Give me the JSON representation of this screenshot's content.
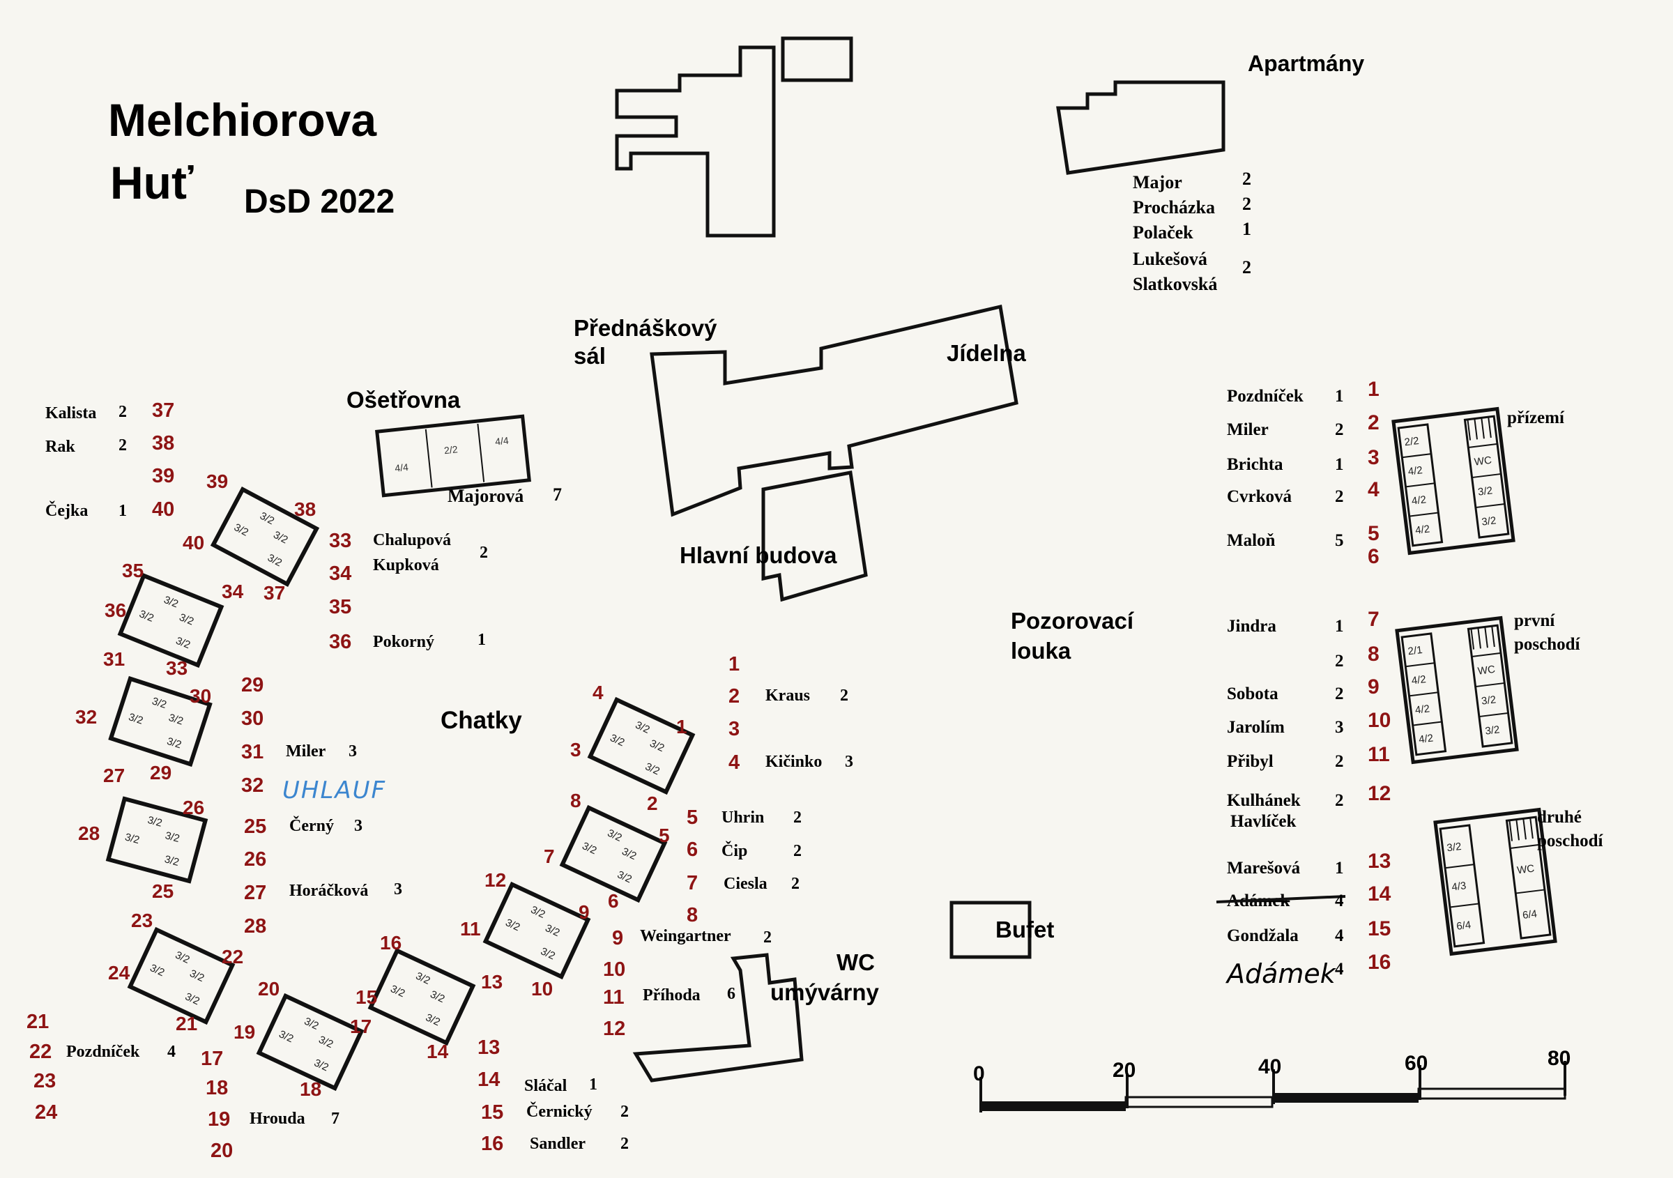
{
  "header": {
    "title_line1": "Melchiorova",
    "title_line2": "Huť",
    "event": "DsD 2022"
  },
  "buildings": {
    "apartmany": "Apartmány",
    "prednaskovy_line1": "Přednáškový",
    "prednaskovy_line2": "sál",
    "jidelna": "Jídelna",
    "osetrovna": "Ošetřovna",
    "hlavni_budova": "Hlavní budova",
    "pozorovaci_line1": "Pozorovací",
    "pozorovaci_line2": "louka",
    "chatky": "Chatky",
    "wc": "WC",
    "umyvarny": "umývárny",
    "bufet": "Bufet"
  },
  "osetrovna_rooms": [
    "4/4",
    "2/2",
    "4/4"
  ],
  "osetrovna_assignment": {
    "name": "Majorová",
    "count": "7"
  },
  "apartments": [
    {
      "name": "Major",
      "count": "2"
    },
    {
      "name": "Procházka",
      "count": "2"
    },
    {
      "name": "Polaček",
      "count": "1"
    },
    {
      "name": "Lukešová",
      "count": "2"
    },
    {
      "name": "Slatkovská",
      "count": ""
    }
  ],
  "main_building": {
    "floors": [
      {
        "label_line1": "přízemí",
        "label_line2": "",
        "rooms_left": [
          "2/2",
          "4/2",
          "4/2",
          "4/2"
        ],
        "rooms_right": [
          "WC",
          "3/2",
          "3/2"
        ]
      },
      {
        "label_line1": "první",
        "label_line2": "poschodí",
        "rooms_left": [
          "2/1",
          "4/2",
          "4/2",
          "4/2"
        ],
        "rooms_right": [
          "WC",
          "3/2",
          "3/2"
        ]
      },
      {
        "label_line1": "druhé",
        "label_line2": "poschodí",
        "rooms_left": [
          "3/2",
          "4/3",
          "6/4"
        ],
        "rooms_right": [
          "WC",
          "6/4"
        ]
      }
    ],
    "rooms": [
      {
        "n": "1",
        "name": "Pozdníček",
        "count": "1"
      },
      {
        "n": "2",
        "name": "Miler",
        "count": "2"
      },
      {
        "n": "3",
        "name": "Brichta",
        "count": "1"
      },
      {
        "n": "4",
        "name": "Cvrková",
        "count": "2"
      },
      {
        "n": "5",
        "name": "Maloň",
        "count": "5"
      },
      {
        "n": "6",
        "name": "",
        "count": ""
      },
      {
        "n": "7",
        "name": "Jindra",
        "count": "1"
      },
      {
        "n": "8",
        "name": "",
        "count": "2"
      },
      {
        "n": "9",
        "name": "Sobota",
        "count": "2"
      },
      {
        "n": "10",
        "name": "Jarolím",
        "count": "3"
      },
      {
        "n": "11",
        "name": "Přibyl",
        "count": "2"
      },
      {
        "n": "12",
        "name": "Kulhánek",
        "name2": "Havlíček",
        "count": "2"
      },
      {
        "n": "13",
        "name": "Marešová",
        "count": "1"
      },
      {
        "n": "14",
        "name": "Adámek",
        "count": "4"
      },
      {
        "n": "15",
        "name": "Gondžala",
        "count": "4"
      },
      {
        "n": "16",
        "name": "Adámek",
        "count": "4"
      }
    ]
  },
  "cabin_room_label": "3/2",
  "cabin_numbers": [
    "1",
    "2",
    "3",
    "4",
    "5",
    "6",
    "7",
    "8",
    "9",
    "10",
    "11",
    "12",
    "13",
    "14",
    "15",
    "16",
    "17",
    "18",
    "19",
    "20",
    "21",
    "22",
    "23",
    "24",
    "25",
    "26",
    "27",
    "28",
    "29",
    "30",
    "31",
    "32",
    "33",
    "34",
    "35",
    "36",
    "37",
    "38",
    "39",
    "40"
  ],
  "cabin_assignments": [
    {
      "n": "37",
      "name": "Kalista",
      "count": "2"
    },
    {
      "n": "38",
      "name": "Rak",
      "count": "2"
    },
    {
      "n": "39",
      "name": "",
      "count": ""
    },
    {
      "n": "40",
      "name": "Čejka",
      "count": "1"
    },
    {
      "n": "33",
      "name": "Chalupová",
      "count": "2"
    },
    {
      "n": "34",
      "name": "Kupková",
      "count": ""
    },
    {
      "n": "35",
      "name": "",
      "count": ""
    },
    {
      "n": "36",
      "name": "Pokorný",
      "count": "1"
    },
    {
      "n": "29",
      "name": "",
      "count": ""
    },
    {
      "n": "30",
      "name": "",
      "count": ""
    },
    {
      "n": "31",
      "name": "Miler",
      "count": "3"
    },
    {
      "n": "32",
      "name": "UHLAUF",
      "count": ""
    },
    {
      "n": "25",
      "name": "Černý",
      "count": "3"
    },
    {
      "n": "26",
      "name": "",
      "count": ""
    },
    {
      "n": "27",
      "name": "Horáčková",
      "count": "3"
    },
    {
      "n": "28",
      "name": "",
      "count": ""
    },
    {
      "n": "1",
      "name": "",
      "count": ""
    },
    {
      "n": "2",
      "name": "Kraus",
      "count": "2"
    },
    {
      "n": "3",
      "name": "",
      "count": ""
    },
    {
      "n": "4",
      "name": "Kičinko",
      "count": "3"
    },
    {
      "n": "5",
      "name": "Uhrin",
      "count": "2"
    },
    {
      "n": "6",
      "name": "Čip",
      "count": "2"
    },
    {
      "n": "7",
      "name": "Ciesla",
      "count": "2"
    },
    {
      "n": "8",
      "name": "",
      "count": ""
    },
    {
      "n": "9",
      "name": "Weingartner",
      "count": "2"
    },
    {
      "n": "10",
      "name": "",
      "count": ""
    },
    {
      "n": "11",
      "name": "Příhoda",
      "count": "6"
    },
    {
      "n": "12",
      "name": "",
      "count": ""
    },
    {
      "n": "13",
      "name": "",
      "count": ""
    },
    {
      "n": "14",
      "name": "Sláčal",
      "count": "1"
    },
    {
      "n": "15",
      "name": "Černický",
      "count": "2"
    },
    {
      "n": "16",
      "name": "Sandler",
      "count": "2"
    },
    {
      "n": "17",
      "name": "",
      "count": ""
    },
    {
      "n": "18",
      "name": "",
      "count": ""
    },
    {
      "n": "19",
      "name": "Hrouda",
      "count": "7"
    },
    {
      "n": "20",
      "name": "",
      "count": ""
    },
    {
      "n": "21",
      "name": "",
      "count": ""
    },
    {
      "n": "22",
      "name": "Pozdníček",
      "count": "4"
    },
    {
      "n": "23",
      "name": "",
      "count": ""
    },
    {
      "n": "24",
      "name": "",
      "count": ""
    }
  ],
  "scale": {
    "ticks": [
      "0",
      "20",
      "40",
      "60",
      "80"
    ]
  }
}
